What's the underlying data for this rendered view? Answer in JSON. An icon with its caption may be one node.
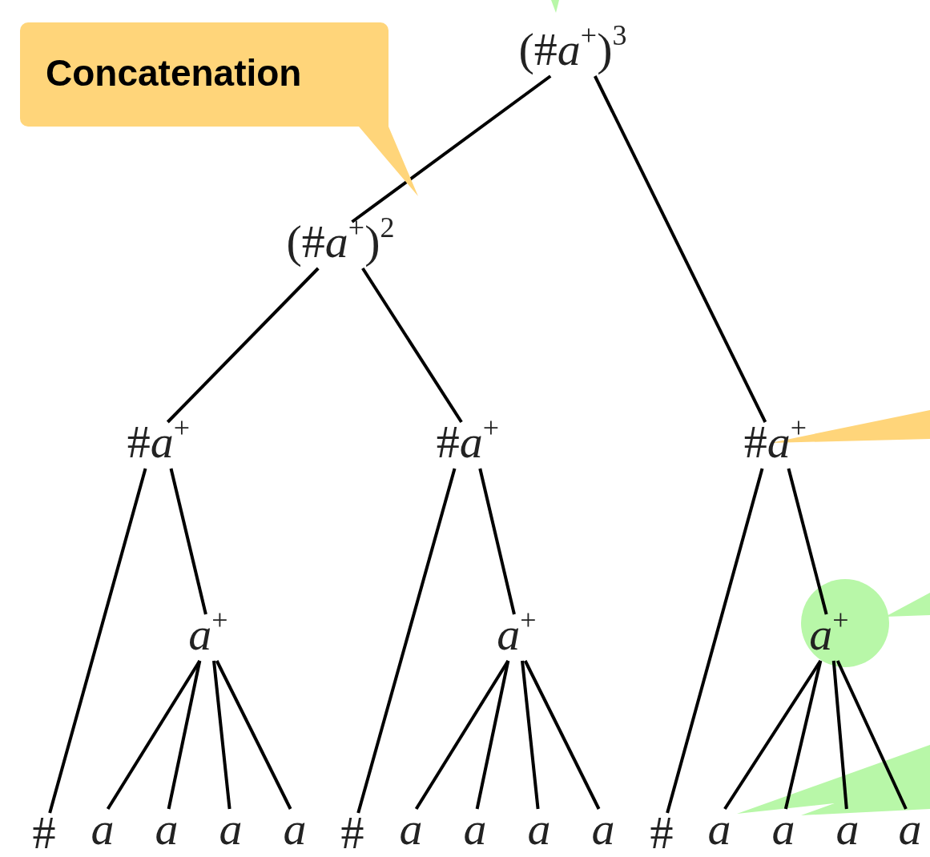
{
  "diagram": {
    "nodes": [
      {
        "text": [
          "(#*a*$^{+}$)$^{3}$"
        ]
      },
      {
        "text": [
          "(#*a*$^{+}$)$^{2}$"
        ]
      },
      {
        "text": [
          "#*a*$^{+}$"
        ]
      },
      {
        "text": [
          "#*a*$^{+}$"
        ]
      },
      {
        "text": [
          "#*a*$^{+}$"
        ]
      },
      {
        "text": [
          "*a*$^{+}$"
        ]
      },
      {
        "text": [
          "*a*$^{+}$"
        ]
      },
      {
        "text": [
          "*a*$^{+}$"
        ]
      },
      {
        "text": [
          "#"
        ]
      },
      {
        "text": [
          "*a*"
        ]
      },
      {
        "text": [
          "*a*"
        ]
      },
      {
        "text": [
          "*a*"
        ]
      },
      {
        "text": [
          "*a*"
        ]
      },
      {
        "text": [
          "#"
        ]
      },
      {
        "text": [
          "*a*"
        ]
      },
      {
        "text": [
          "*a*"
        ]
      },
      {
        "text": [
          "*a*"
        ]
      },
      {
        "text": [
          "*a*"
        ]
      },
      {
        "text": [
          "#"
        ]
      },
      {
        "text": [
          "*a*"
        ]
      },
      {
        "text": [
          "*a*"
        ]
      },
      {
        "text": [
          "*a*"
        ]
      },
      {
        "text": [
          "*a*"
        ]
      },
      {
        "text": [
          "Concatenation"
        ]
      },
      {
        "text": [],
        "shape": "triangle"
      },
      {
        "text": [],
        "shape": "triangle"
      },
      {
        "text": [],
        "shape": "triangle"
      }
    ],
    "edges": [
      {
        "from": 0,
        "to": 1,
        "arrow": "none"
      },
      {
        "from": 0,
        "to": 4,
        "arrow": "none"
      },
      {
        "from": 1,
        "to": 2,
        "arrow": "none"
      },
      {
        "from": 1,
        "to": 3,
        "arrow": "none"
      },
      {
        "from": 2,
        "to": 8,
        "arrow": "none"
      },
      {
        "from": 2,
        "to": 5,
        "arrow": "none"
      },
      {
        "from": 3,
        "to": 13,
        "arrow": "none"
      },
      {
        "from": 3,
        "to": 6,
        "arrow": "none"
      },
      {
        "from": 4,
        "to": 18,
        "arrow": "none"
      },
      {
        "from": 4,
        "to": 7,
        "arrow": "none"
      },
      {
        "from": 5,
        "to": 9,
        "arrow": "none"
      },
      {
        "from": 5,
        "to": 10,
        "arrow": "none"
      },
      {
        "from": 5,
        "to": 11,
        "arrow": "none"
      },
      {
        "from": 5,
        "to": 12,
        "arrow": "none"
      },
      {
        "from": 6,
        "to": 14,
        "arrow": "none"
      },
      {
        "from": 6,
        "to": 15,
        "arrow": "none"
      },
      {
        "from": 6,
        "to": 16,
        "arrow": "none"
      },
      {
        "from": 6,
        "to": 17,
        "arrow": "none"
      },
      {
        "from": 7,
        "to": 19,
        "arrow": "none"
      },
      {
        "from": 7,
        "to": 20,
        "arrow": "none"
      },
      {
        "from": 7,
        "to": 21,
        "arrow": "none"
      },
      {
        "from": 7,
        "to": 22,
        "arrow": "none"
      }
    ]
  }
}
